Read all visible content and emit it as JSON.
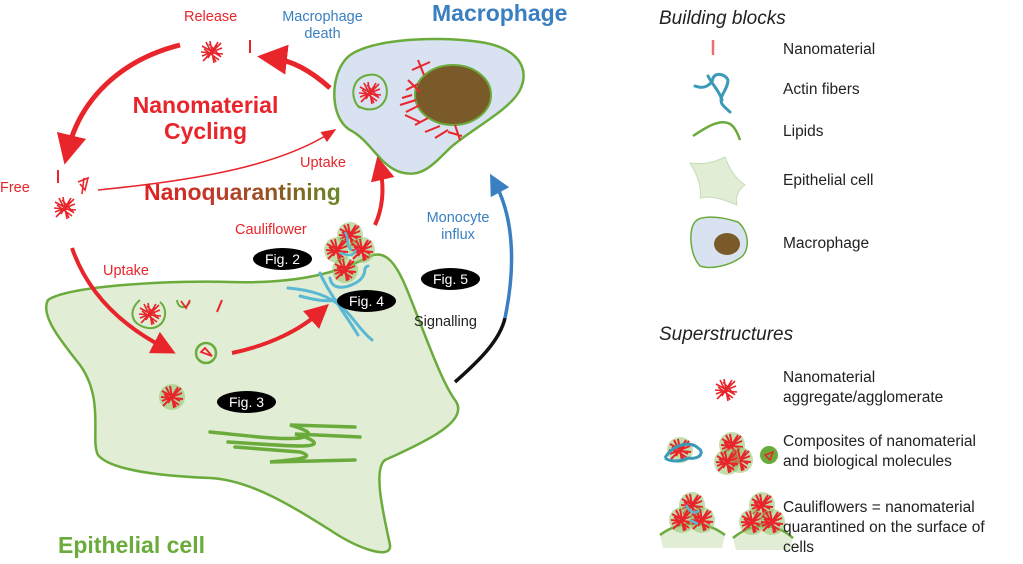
{
  "title_macrophage": "Macrophage",
  "title_epithelial": "Epithelial cell",
  "cycling_title_line1": "Nanomaterial",
  "cycling_title_line2": "Cycling",
  "quarantining_title": "Nanoquarantining",
  "labels": {
    "release": "Release",
    "macrophage_death_line1": "Macrophage",
    "macrophage_death_line2": "death",
    "free": "Free",
    "uptake_top": "Uptake",
    "uptake_left": "Uptake",
    "cauliflower": "Cauliflower",
    "monocyte_line1": "Monocyte",
    "monocyte_line2": "influx",
    "signalling": "Signalling"
  },
  "figures": {
    "fig2": "Fig. 2",
    "fig3": "Fig. 3",
    "fig4": "Fig. 4",
    "fig5": "Fig. 5"
  },
  "legend": {
    "building_blocks": {
      "heading": "Building blocks",
      "items": [
        {
          "icon": "nanomaterial-icon",
          "label": "Nanomaterial"
        },
        {
          "icon": "actin-fibers-icon",
          "label": "Actin fibers"
        },
        {
          "icon": "lipids-icon",
          "label": "Lipids"
        },
        {
          "icon": "epithelial-cell-icon",
          "label": "Epithelial cell"
        },
        {
          "icon": "macrophage-icon",
          "label": "Macrophage"
        }
      ]
    },
    "superstructures": {
      "heading": "Superstructures",
      "items": [
        {
          "icon": "aggregate-icon",
          "line1": "Nanomaterial",
          "line2": "aggregate/agglomerate"
        },
        {
          "icon": "composites-icon",
          "line1": "Composites of nanomaterial",
          "line2": "and biological molecules"
        },
        {
          "icon": "cauliflower-icon",
          "line1": "Cauliflowers = nanomaterial",
          "line2": "quarantined on the surface of",
          "line3": "cells"
        }
      ]
    }
  },
  "colors": {
    "nanomaterial_red": "#e8252b",
    "macrophage_blue": "#3a7fc1",
    "lipid_green": "#6aab3c",
    "epithelial_fill": "#e1edd5",
    "macrophage_fill": "#d8e2f0",
    "nucleus_brown": "#7a5a28",
    "actin_cyan": "#5ab8d4"
  }
}
